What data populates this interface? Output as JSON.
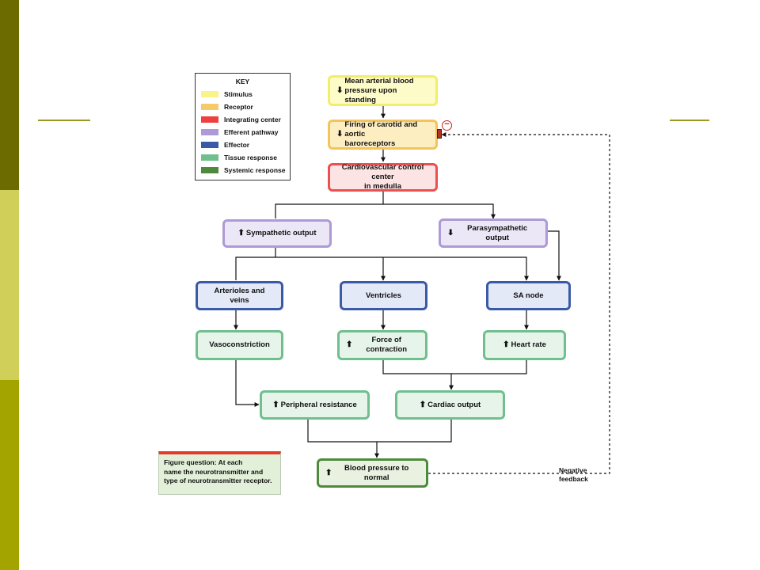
{
  "colors": {
    "stimulus": "#f7f48a",
    "receptor": "#f7c968",
    "integrating": "#ef5a5a",
    "efferent": "#ad9ad6",
    "effector": "#3a5aa8",
    "tissue": "#6fbf8f",
    "systemic": "#4f8a3c",
    "olive_dark": "#6b6b00",
    "olive_light": "#cfcf5a",
    "olive_mid": "#a4a400"
  },
  "key": {
    "title": "KEY",
    "items": [
      {
        "label": "Stimulus",
        "color": "#f7f48a"
      },
      {
        "label": "Receptor",
        "color": "#f7c968"
      },
      {
        "label": "Integrating center",
        "color": "#ef4040"
      },
      {
        "label": "Efferent pathway",
        "color": "#ad9ad6"
      },
      {
        "label": "Effector",
        "color": "#3a5aa8"
      },
      {
        "label": "Tissue response",
        "color": "#6fbf8f"
      },
      {
        "label": "Systemic response",
        "color": "#4f8a3c"
      }
    ]
  },
  "nodes": {
    "map": {
      "arrow": "down",
      "line1": "Mean arterial blood",
      "line2": "pressure upon standing"
    },
    "baro": {
      "arrow": "down",
      "line1": "Firing of carotid and aortic",
      "line2": "baroreceptors"
    },
    "cvcc": {
      "line1": "Cardiovascular control center",
      "line2": "in medulla"
    },
    "symp": {
      "arrow": "up",
      "label": "Sympathetic output"
    },
    "para": {
      "arrow": "down",
      "label": "Parasympathetic output"
    },
    "art": {
      "label": "Arterioles and veins"
    },
    "vent": {
      "label": "Ventricles"
    },
    "sa": {
      "label": "SA node"
    },
    "vaso": {
      "label": "Vasoconstriction"
    },
    "force": {
      "arrow": "up",
      "label": "Force of contraction"
    },
    "hr": {
      "arrow": "up",
      "label": "Heart rate"
    },
    "periph": {
      "arrow": "up",
      "label": "Peripheral resistance"
    },
    "co": {
      "arrow": "up",
      "label": "Cardiac output"
    },
    "bp": {
      "arrow": "up",
      "label": "Blood pressure to normal"
    }
  },
  "figure_question": {
    "line1": "Figure question:  At each",
    "line2": "name the neurotransmitter and",
    "line3": "type of neurotransmitter receptor."
  },
  "feedback": {
    "line1": "Negative",
    "line2": "feedback"
  }
}
